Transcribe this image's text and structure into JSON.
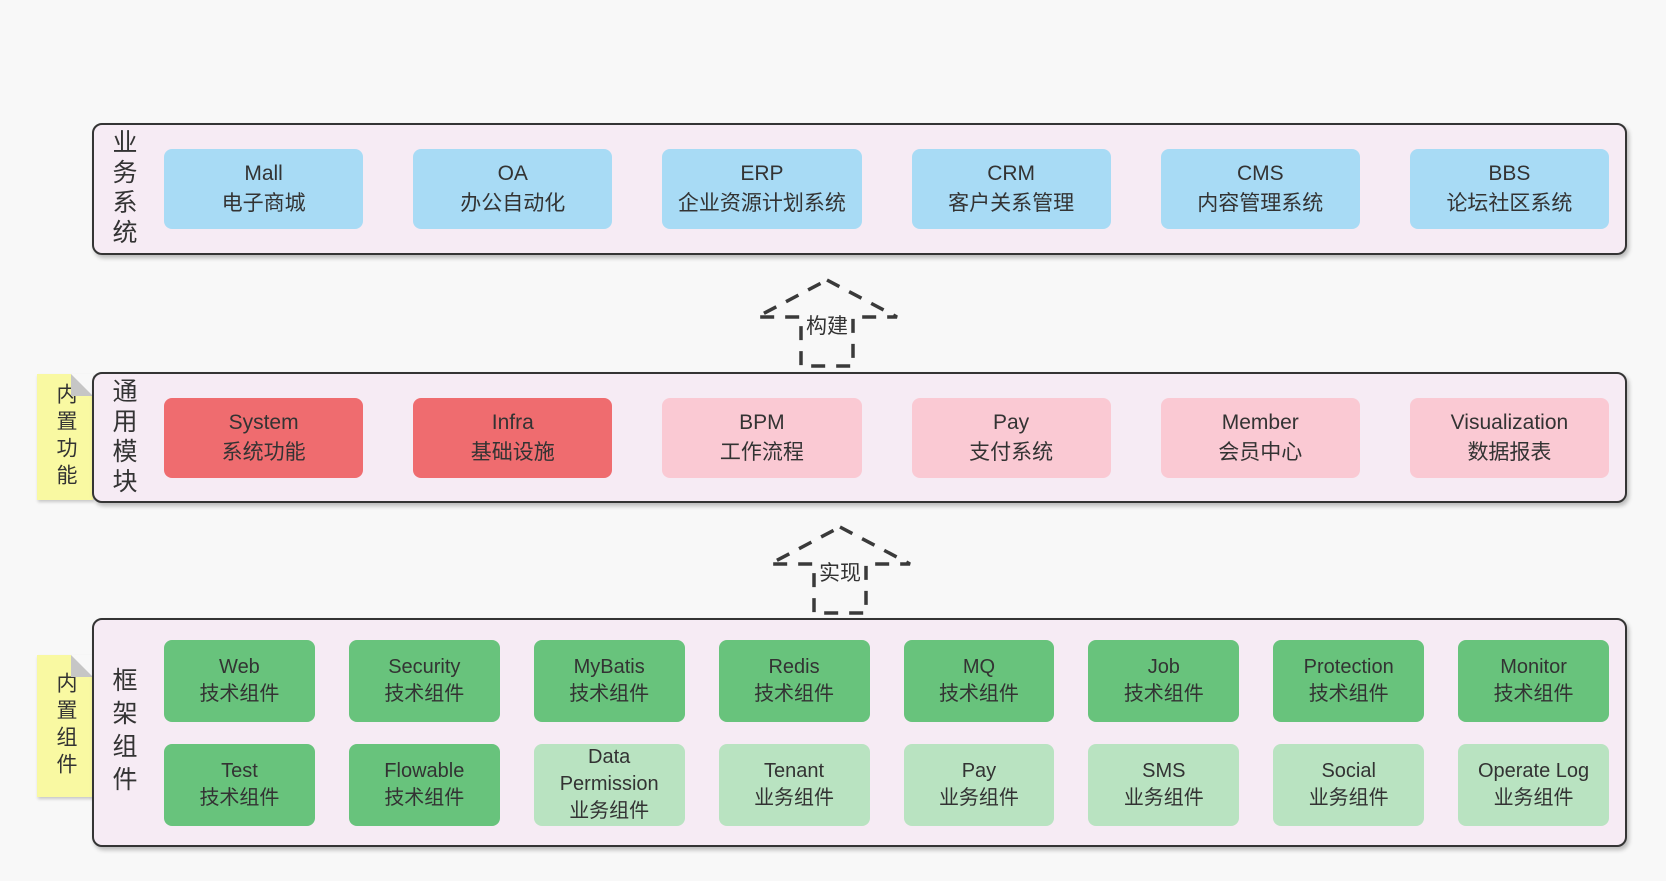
{
  "colors": {
    "page_bg": "#f8f8f8",
    "panel_bg": "#f6ebf4",
    "panel_border": "#343434",
    "blue": "#a8dbf5",
    "red": "#ef6c6f",
    "pink": "#fac9d3",
    "green": "#68c37c",
    "light_green": "#b9e3c1",
    "note_yellow": "#f9f9a2",
    "note_fold": "#c6c6c6",
    "text": "#333333"
  },
  "arrows": [
    {
      "label": "构建"
    },
    {
      "label": "实现"
    }
  ],
  "layers": [
    {
      "label": "业务系统",
      "rows": [
        [
          {
            "name": "Mall",
            "subtitle": "电子商城",
            "type": "blue"
          },
          {
            "name": "OA",
            "subtitle": "办公自动化",
            "type": "blue"
          },
          {
            "name": "ERP",
            "subtitle": "企业资源计划系统",
            "type": "blue"
          },
          {
            "name": "CRM",
            "subtitle": "客户关系管理",
            "type": "blue"
          },
          {
            "name": "CMS",
            "subtitle": "内容管理系统",
            "type": "blue"
          },
          {
            "name": "BBS",
            "subtitle": "论坛社区系统",
            "type": "blue"
          }
        ]
      ]
    },
    {
      "label": "通用模块",
      "note": "内置功能",
      "rows": [
        [
          {
            "name": "System",
            "subtitle": "系统功能",
            "type": "red"
          },
          {
            "name": "Infra",
            "subtitle": "基础设施",
            "type": "red"
          },
          {
            "name": "BPM",
            "subtitle": "工作流程",
            "type": "pink"
          },
          {
            "name": "Pay",
            "subtitle": "支付系统",
            "type": "pink"
          },
          {
            "name": "Member",
            "subtitle": "会员中心",
            "type": "pink"
          },
          {
            "name": "Visualization",
            "subtitle": "数据报表",
            "type": "pink"
          }
        ]
      ]
    },
    {
      "label": "框架组件",
      "note": "内置组件",
      "rows": [
        [
          {
            "name": "Web",
            "subtitle": "技术组件",
            "type": "green"
          },
          {
            "name": "Security",
            "subtitle": "技术组件",
            "type": "green"
          },
          {
            "name": "MyBatis",
            "subtitle": "技术组件",
            "type": "green"
          },
          {
            "name": "Redis",
            "subtitle": "技术组件",
            "type": "green"
          },
          {
            "name": "MQ",
            "subtitle": "技术组件",
            "type": "green"
          },
          {
            "name": "Job",
            "subtitle": "技术组件",
            "type": "green"
          },
          {
            "name": "Protection",
            "subtitle": "技术组件",
            "type": "green"
          },
          {
            "name": "Monitor",
            "subtitle": "技术组件",
            "type": "green"
          }
        ],
        [
          {
            "name": "Test",
            "subtitle": "技术组件",
            "type": "green"
          },
          {
            "name": "Flowable",
            "subtitle": "技术组件",
            "type": "green"
          },
          {
            "name": "Data\nPermission",
            "subtitle": "业务组件",
            "type": "light_green"
          },
          {
            "name": "Tenant",
            "subtitle": "业务组件",
            "type": "light_green"
          },
          {
            "name": "Pay",
            "subtitle": "业务组件",
            "type": "light_green"
          },
          {
            "name": "SMS",
            "subtitle": "业务组件",
            "type": "light_green"
          },
          {
            "name": "Social",
            "subtitle": "业务组件",
            "type": "light_green"
          },
          {
            "name": "Operate Log",
            "subtitle": "业务组件",
            "type": "light_green"
          }
        ]
      ]
    }
  ]
}
